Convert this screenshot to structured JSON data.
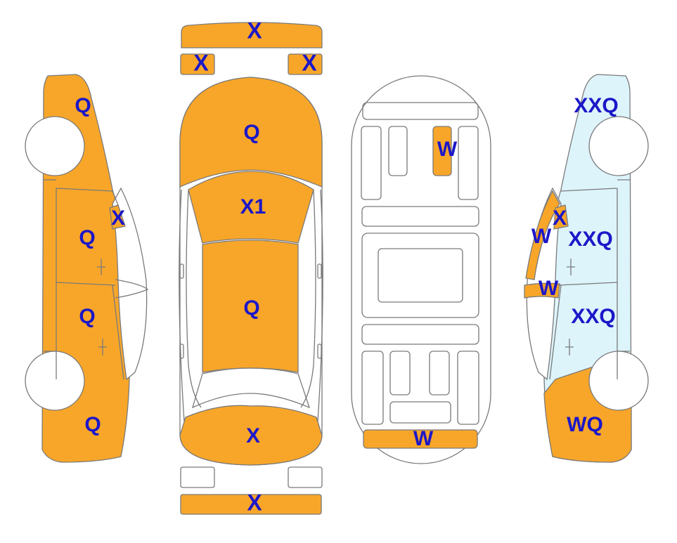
{
  "colors": {
    "damaged": "#f8a629",
    "highlight": "#ddf4fb",
    "outline": "#7a7a7a",
    "code_text": "#1c17c8",
    "background": "#ffffff"
  },
  "codes": {
    "front_bumper": "X",
    "headlight_left": "X",
    "headlight_right": "X",
    "hood": "Q",
    "windshield": "X1",
    "roof": "Q",
    "rear_window": "X",
    "rear_bumper": "X",
    "left_front_fender": "Q",
    "left_front_window": "X",
    "left_front_door": "Q",
    "left_rear_door": "Q",
    "left_rear_quarter": "Q",
    "floor_panel": "W",
    "rear_crossmember": "W",
    "right_front_fender": "XXQ",
    "right_front_window": "X",
    "right_pillar_upper": "W",
    "right_pillar_lower": "W",
    "right_front_door": "XXQ",
    "right_rear_door": "XXQ",
    "right_rear_quarter": "WQ"
  }
}
